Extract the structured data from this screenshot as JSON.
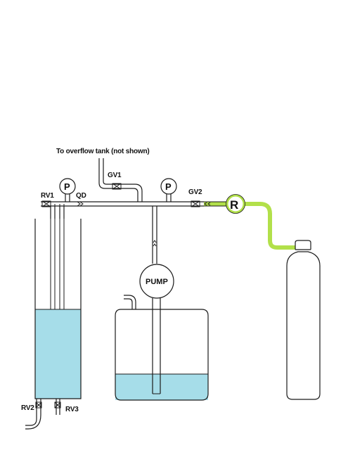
{
  "labels": {
    "overflow_note": "To overflow tank (not shown)",
    "gv1": "GV1",
    "gv2": "GV2",
    "rv1": "RV1",
    "rv2": "RV2",
    "rv3": "RV3",
    "qd": "QD",
    "pump": "PUMP",
    "gauge_left": "P",
    "gauge_right": "P",
    "regulator": "R"
  },
  "colors": {
    "liquid": "#a6dde9",
    "gas_line": "#b2e04a",
    "line": "#1a1a1a"
  }
}
